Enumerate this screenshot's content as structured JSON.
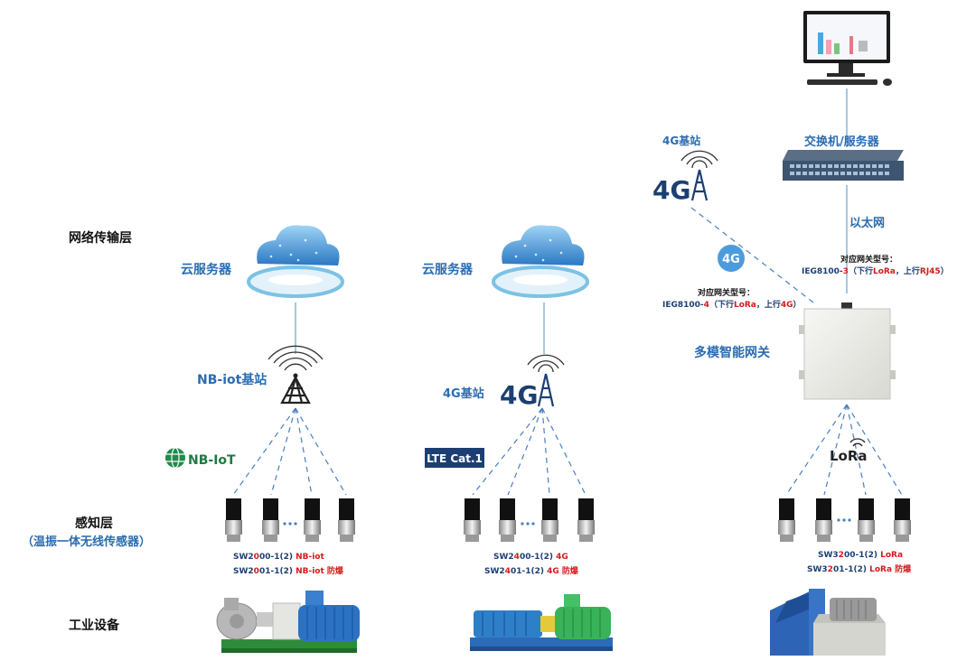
{
  "layers": {
    "network": "网络传输层",
    "sensing": "感知层",
    "sensing_sub": "（温振一体无线传感器）",
    "equipment": "工业设备"
  },
  "col1": {
    "cloud": "云服务器",
    "station": "NB-iot基站",
    "badge": "NB-IoT",
    "model_a_prefix": "SW2",
    "model_a_mid": "0",
    "model_a_rest": "00-1(2)",
    "model_a_tag": "NB-iot",
    "model_b_prefix": "SW2",
    "model_b_mid": "0",
    "model_b_rest": "01-1(2)",
    "model_b_tag": "NB-iot 防爆"
  },
  "col2": {
    "cloud": "云服务器",
    "station": "4G基站",
    "badge": "LTE Cat.1",
    "tower_text": "4G",
    "model_a_prefix": "SW2",
    "model_a_mid": "4",
    "model_a_rest": "00-1(2)",
    "model_a_tag": "4G",
    "model_b_prefix": "SW2",
    "model_b_mid": "4",
    "model_b_rest": "01-1(2)",
    "model_b_tag": "4G 防爆"
  },
  "col3": {
    "station": "4G基站",
    "tower_text": "4G",
    "switch": "交换机/服务器",
    "ethernet": "以太网",
    "circle_4g": "4G",
    "gateway": "多模智能网关",
    "lora": "LoRa",
    "gw3_title": "对应网关型号：",
    "gw3_model_a": "IEG8100-",
    "gw3_model_b": "3",
    "gw3_paren_a": "（下行",
    "gw3_lora": "LoRa",
    "gw3_paren_b": "，上行",
    "gw3_up": "RJ45",
    "gw3_paren_c": "）",
    "gw4_title": "对应网关型号：",
    "gw4_model_a": "IEG8100-",
    "gw4_model_b": "4",
    "gw4_paren_a": "（下行",
    "gw4_lora": "LoRa",
    "gw4_paren_b": "，上行",
    "gw4_up": "4G",
    "gw4_paren_c": "）",
    "model_a_prefix": "SW3",
    "model_a_mid": "2",
    "model_a_rest": "00-1(2)",
    "model_a_tag": "LoRa",
    "model_b_prefix": "SW3",
    "model_b_mid": "2",
    "model_b_rest": "01-1(2)",
    "model_b_tag": "LoRa 防爆"
  },
  "colors": {
    "blue_text": "#2b6cb0",
    "red_text": "#d21b1b",
    "dash_line": "#4a7fc1",
    "solid_line": "#6aa3c8"
  }
}
